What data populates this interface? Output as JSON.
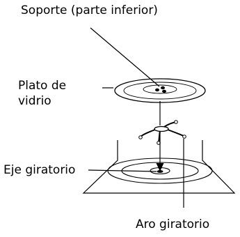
{
  "labels": {
    "soporte": "Soporte (parte inferior)",
    "plato": "Plato de\nvidrio",
    "eje": "Eje giratorio",
    "aro": "Aro giratorio"
  },
  "colors": {
    "line": "#000000",
    "background": "#ffffff"
  }
}
